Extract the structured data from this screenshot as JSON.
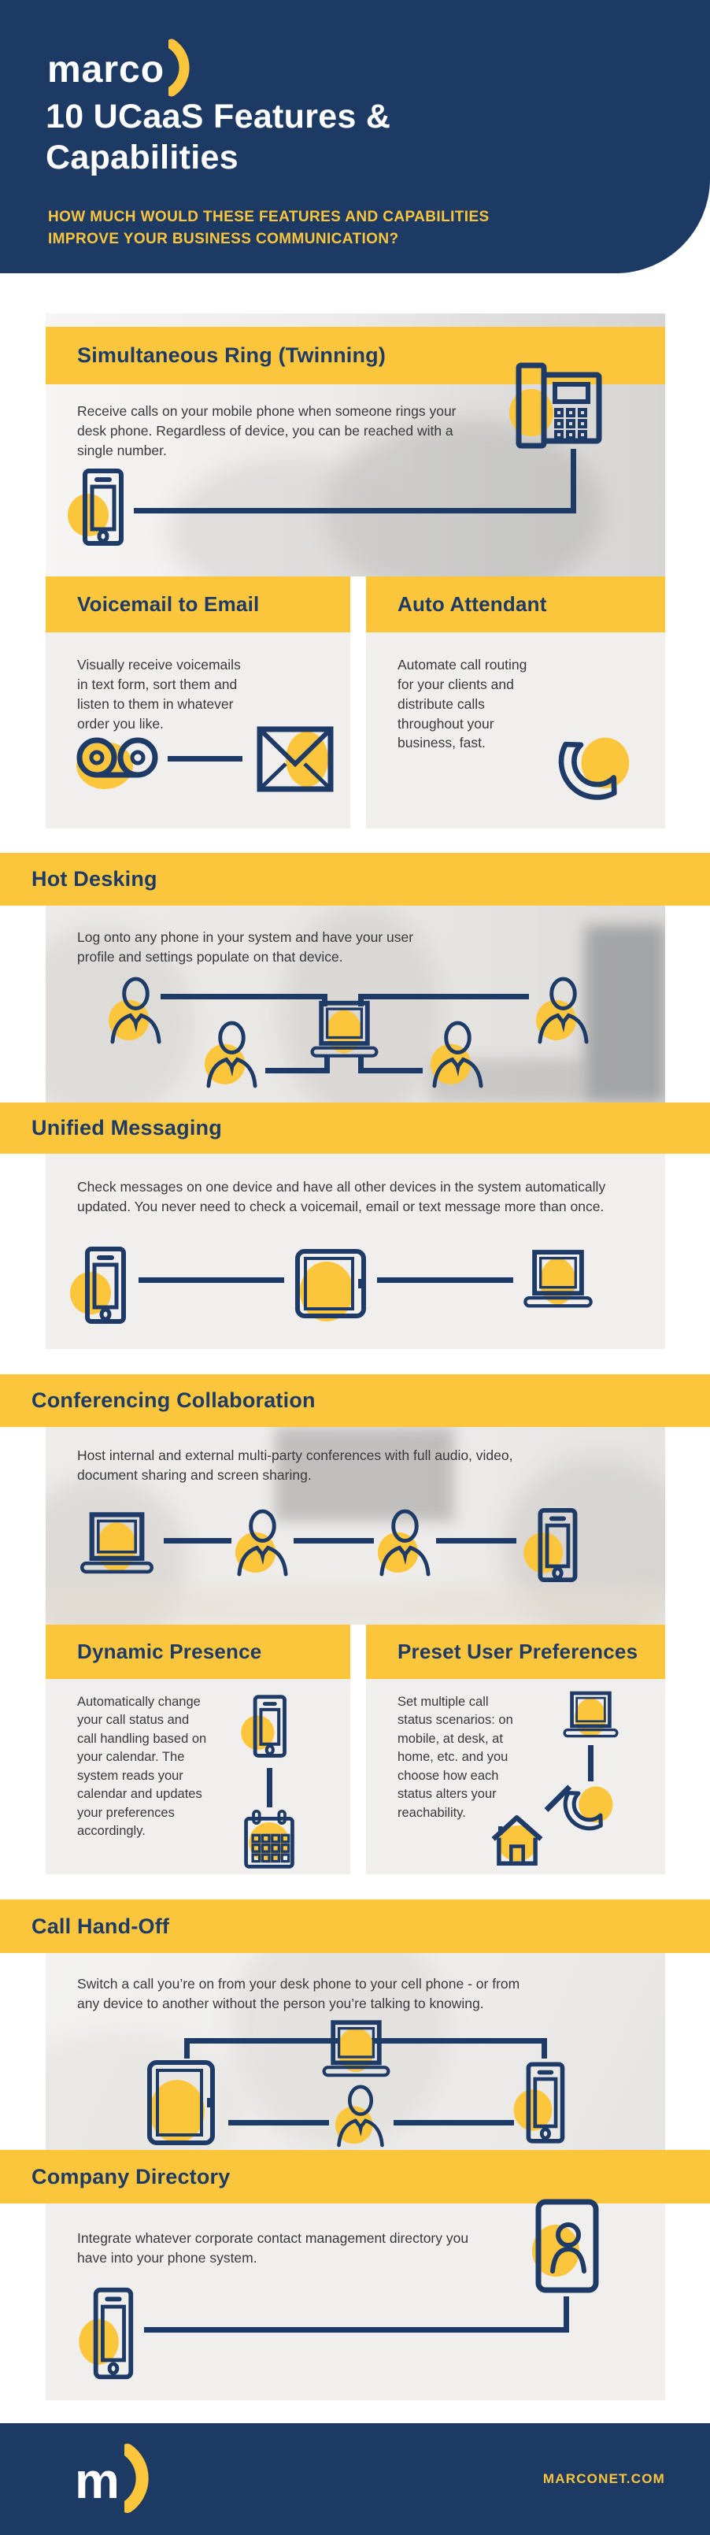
{
  "colors": {
    "navy": "#1c3a64",
    "yellow": "#fcc63c",
    "title_navy": "#1e3a66",
    "body_text": "#38383d",
    "card_gray": "#f1efed"
  },
  "header": {
    "logo_text": "marco",
    "title": "10 UCaaS Features &\nCapabilities",
    "subtitle": "HOW MUCH WOULD THESE FEATURES AND CAPABILITIES\nIMPROVE YOUR BUSINESS COMMUNICATION?"
  },
  "sections": {
    "simultaneous_ring": {
      "title": "Simultaneous Ring (Twinning)",
      "body": "Receive calls on your mobile phone when someone rings your\ndesk phone. Regardless of device, you can be reached with a\nsingle number.",
      "icons": [
        "smartphone-icon",
        "desk-phone-icon"
      ]
    },
    "voicemail_to_email": {
      "title": "Voicemail to Email",
      "body": "Visually receive voicemails\nin text form, sort them and\nlisten to them in whatever\norder you like.",
      "icons": [
        "voicemail-icon",
        "envelope-icon"
      ]
    },
    "auto_attendant": {
      "title": "Auto Attendant",
      "body": "Automate call routing\nfor your clients and\ndistribute calls\nthroughout your\nbusiness, fast.",
      "icons": [
        "phone-handset-icon"
      ]
    },
    "hot_desking": {
      "title": "Hot Desking",
      "body": "Log onto any phone in your system and have your user\nprofile and settings populate on that device.",
      "icons": [
        "person-icon",
        "person-icon",
        "laptop-icon",
        "person-icon",
        "person-icon"
      ]
    },
    "unified_messaging": {
      "title": "Unified Messaging",
      "body": "Check messages on one device and have all other devices in the system automatically\nupdated. You never need to check a voicemail, email or text message more than once.",
      "icons": [
        "smartphone-icon",
        "tablet-icon",
        "laptop-icon"
      ]
    },
    "conferencing_collaboration": {
      "title": "Conferencing Collaboration",
      "body": "Host internal and external multi-party conferences with full audio, video,\ndocument sharing and screen sharing.",
      "icons": [
        "laptop-icon",
        "person-icon",
        "person-icon",
        "smartphone-icon"
      ]
    },
    "dynamic_presence": {
      "title": "Dynamic Presence",
      "body": "Automatically change\nyour call status and\ncall handling based on\nyour calendar. The\nsystem reads your\ncalendar and updates\nyour preferences\naccordingly.",
      "icons": [
        "smartphone-icon",
        "calendar-icon"
      ]
    },
    "preset_user_preferences": {
      "title": "Preset User Preferences",
      "body": "Set multiple call\nstatus scenarios: on\nmobile, at desk, at\nhome, etc. and you\nchoose how each\nstatus alters your\nreachability.",
      "icons": [
        "laptop-icon",
        "phone-handset-icon",
        "house-icon"
      ]
    },
    "call_hand_off": {
      "title": "Call Hand-Off",
      "body": "Switch a call you’re on from your desk phone to your cell phone - or from\nany device to another without the person you’re talking to knowing.",
      "icons": [
        "tablet-icon",
        "laptop-icon",
        "smartphone-icon",
        "person-icon"
      ]
    },
    "company_directory": {
      "title": "Company Directory",
      "body": "Integrate whatever corporate contact management directory you\nhave into your phone system.",
      "icons": [
        "contact-book-icon",
        "smartphone-icon"
      ]
    }
  },
  "footer": {
    "logo_text": "m",
    "website": "MARCONET.COM"
  }
}
